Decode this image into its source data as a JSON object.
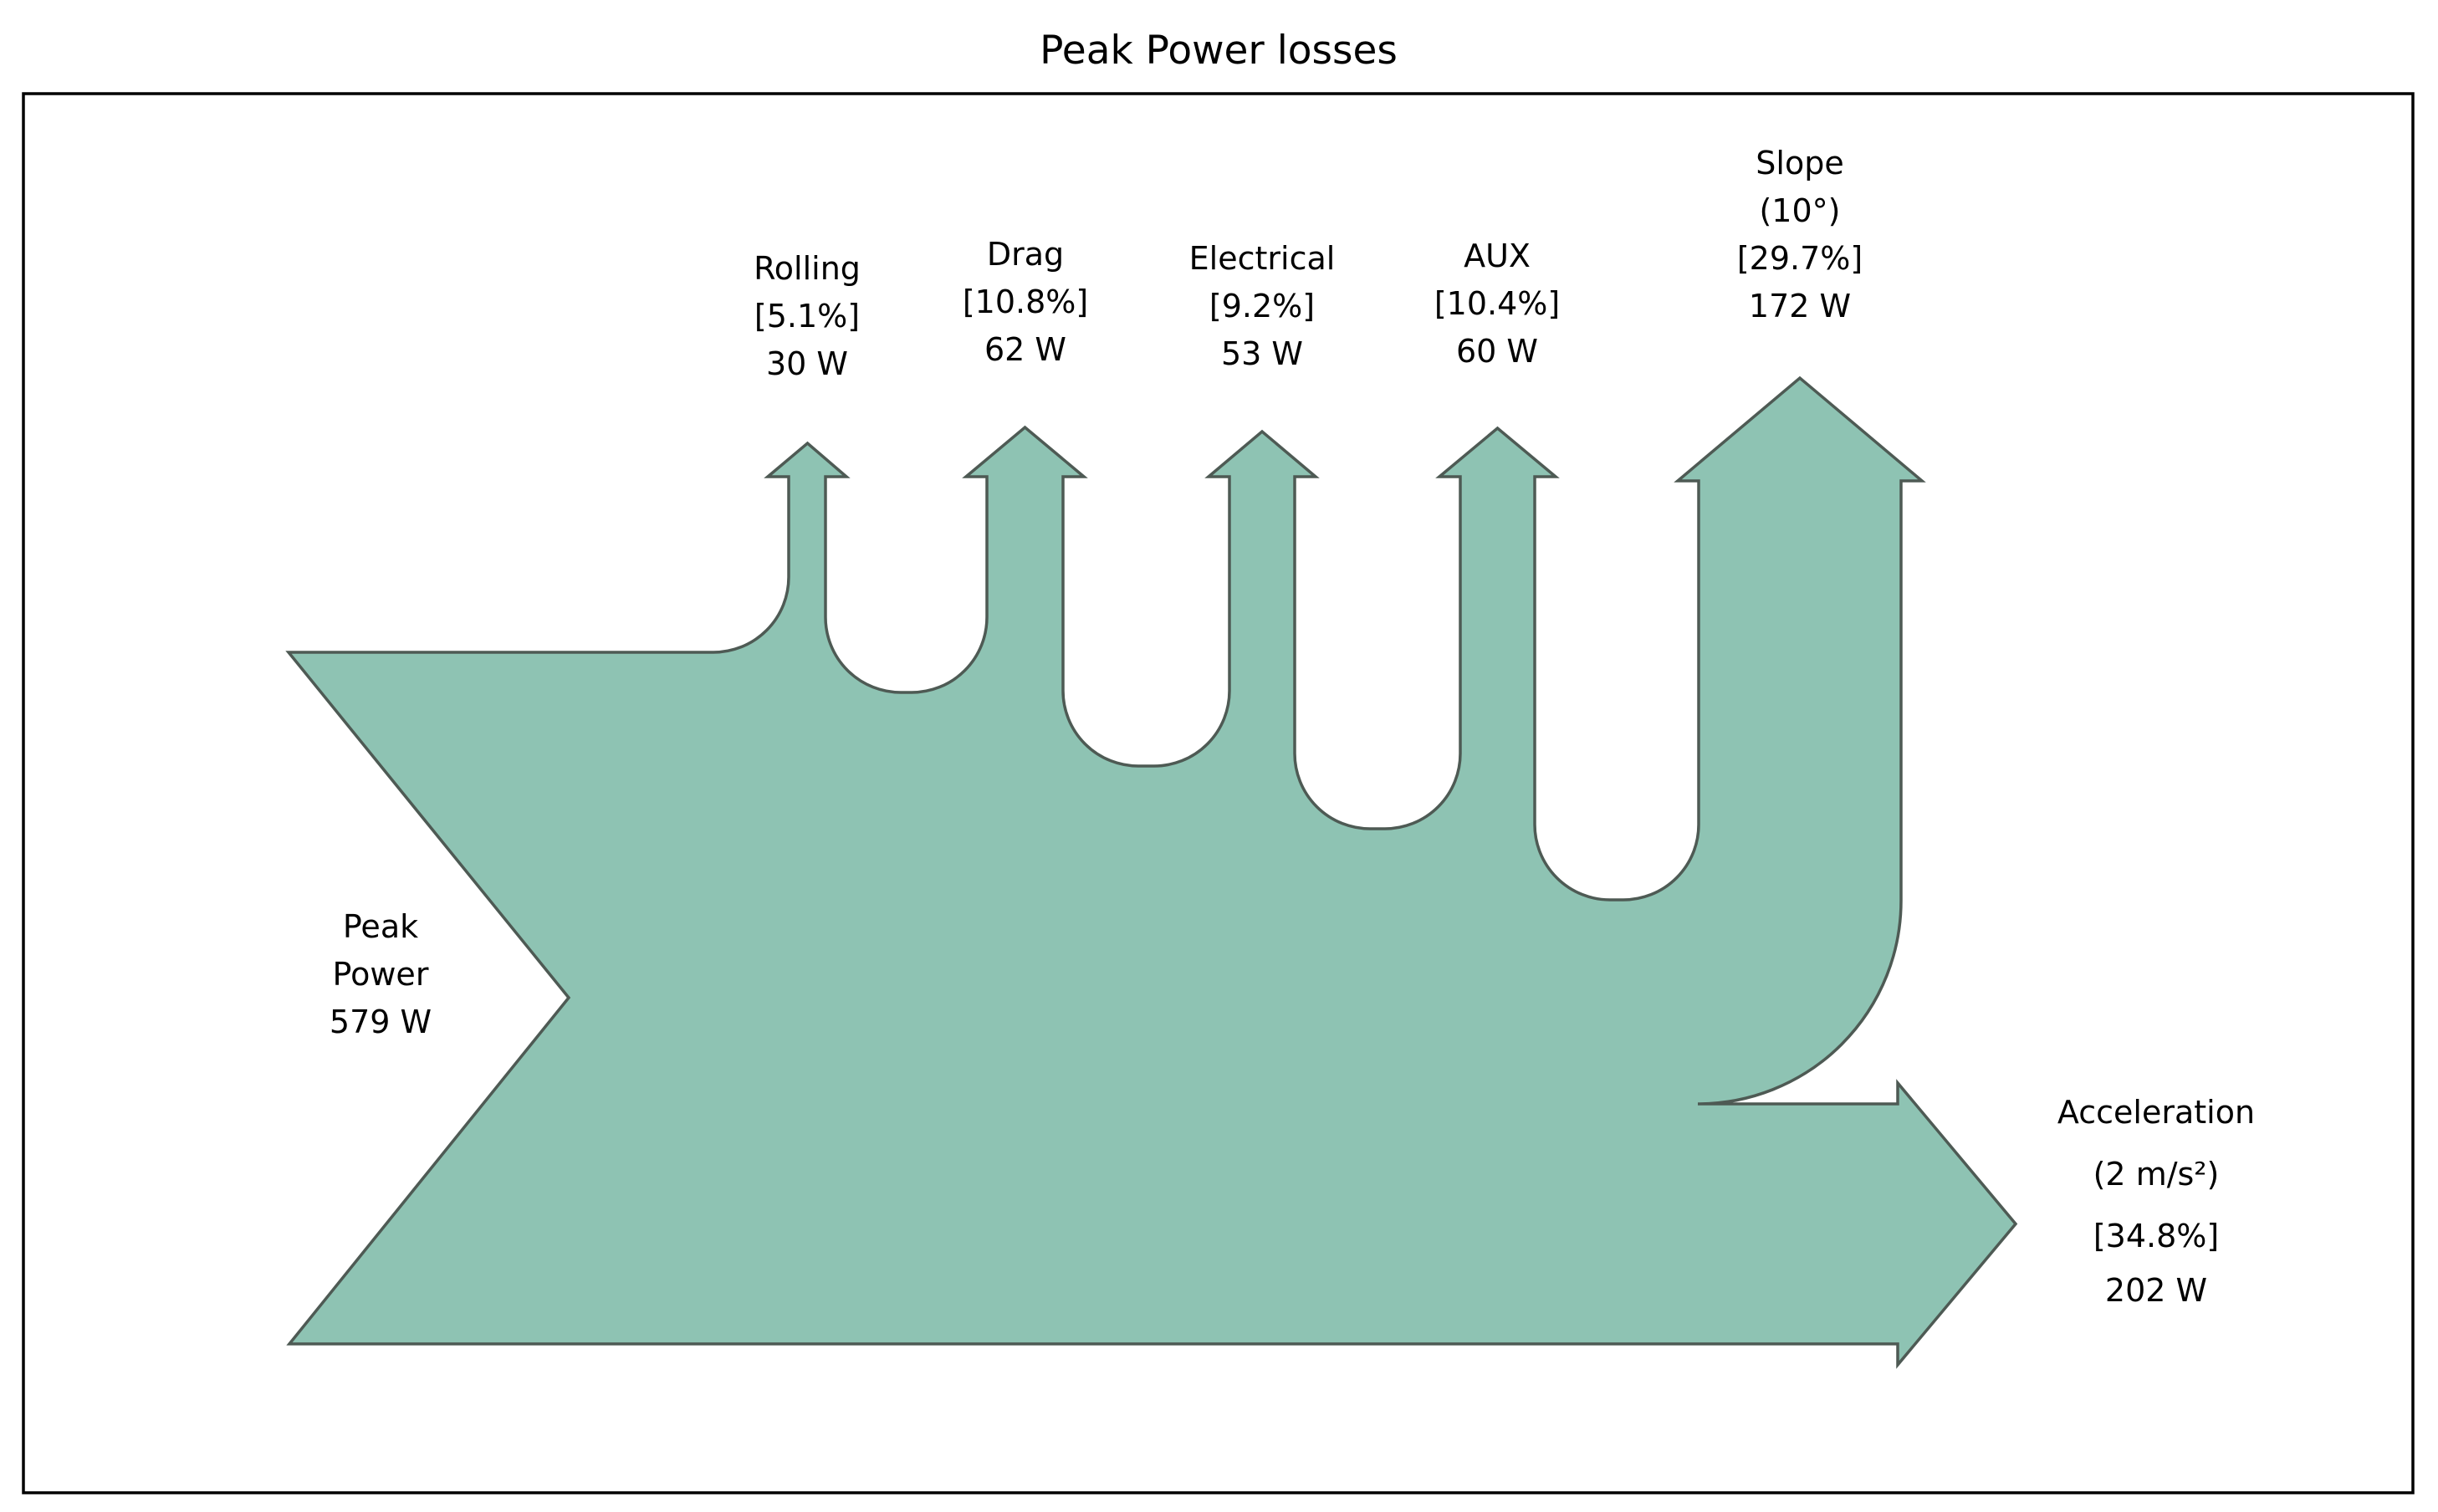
{
  "title": "Peak Power losses",
  "colors": {
    "flow_fill": "#8ec3b3",
    "flow_edge": "#4e5a54",
    "frame": "#000000",
    "background": "#ffffff",
    "text": "#000000"
  },
  "chart_data": {
    "type": "sankey",
    "title": "Peak Power losses",
    "unit": "W",
    "total": 579,
    "legend_position": "none",
    "grid": false,
    "flows": [
      {
        "name": "Peak Power",
        "direction": "input",
        "orientation": "right-into-trunk",
        "value_w": 579,
        "percent": 100,
        "label_lines": [
          "Peak",
          "Power",
          "579 W"
        ]
      },
      {
        "name": "Rolling",
        "direction": "output",
        "orientation": "up",
        "value_w": 30,
        "percent": 5.1,
        "label_lines": [
          "Rolling",
          "[5.1%]",
          "30 W"
        ]
      },
      {
        "name": "Drag",
        "direction": "output",
        "orientation": "up",
        "value_w": 62,
        "percent": 10.8,
        "label_lines": [
          "Drag",
          "[10.8%]",
          "62 W"
        ]
      },
      {
        "name": "Electrical",
        "direction": "output",
        "orientation": "up",
        "value_w": 53,
        "percent": 9.2,
        "label_lines": [
          "Electrical",
          "[9.2%]",
          "53 W"
        ]
      },
      {
        "name": "AUX",
        "direction": "output",
        "orientation": "up",
        "value_w": 60,
        "percent": 10.4,
        "label_lines": [
          "AUX",
          "[10.4%]",
          "60 W"
        ]
      },
      {
        "name": "Slope (10°)",
        "direction": "output",
        "orientation": "up",
        "value_w": 172,
        "percent": 29.7,
        "label_lines": [
          "Slope",
          "(10°)",
          "[29.7%]",
          "172 W"
        ]
      },
      {
        "name": "Acceleration (2 m/s²)",
        "direction": "output",
        "orientation": "right",
        "value_w": 202,
        "percent": 34.8,
        "label_lines": [
          "Acceleration",
          "(2 m/s²)",
          "[34.8%]",
          "202 W"
        ]
      }
    ]
  }
}
